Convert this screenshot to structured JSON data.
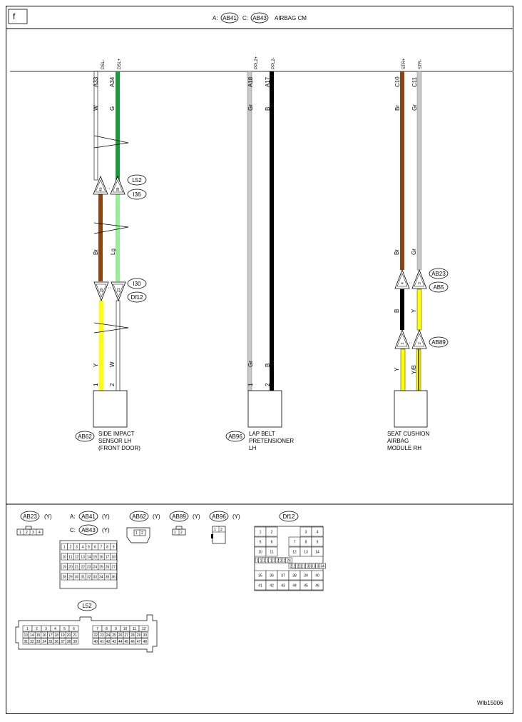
{
  "page_letter": "f",
  "header": {
    "a_prefix": "A:",
    "a_conn": "AB41",
    "c_prefix": "C:",
    "c_conn": "AB43",
    "title": "AIRBAG CM"
  },
  "module_pins": [
    {
      "term": "A33",
      "sig": "DSL-",
      "color_code": "W"
    },
    {
      "term": "A34",
      "sig": "DSL+",
      "color_code": "G"
    },
    {
      "term": "A18",
      "sig": "PPL2+",
      "color_code": "Gr"
    },
    {
      "term": "A17",
      "sig": "PPL2-",
      "color_code": "B"
    },
    {
      "term": "C10",
      "sig": "STR+",
      "color_code": "Br"
    },
    {
      "term": "C11",
      "sig": "STR-",
      "color_code": "Gr"
    }
  ],
  "inline_connectors": [
    {
      "upper": "L52",
      "lower": "I36",
      "pin_left": "40",
      "pin_right": "39"
    },
    {
      "upper": "I30",
      "lower": "Df12",
      "pin_left": "20",
      "pin_right": "21"
    },
    {
      "upper": "AB23",
      "lower": "AB5",
      "pin_left": "4",
      "pin_right": "3"
    },
    {
      "upper": "AB89",
      "lower": "",
      "pin_left": "1",
      "pin_right": "2"
    }
  ],
  "mid_wire_colors": {
    "sis_left": "Br",
    "sis_right": "Lg",
    "seat_upper_left": "Br",
    "seat_upper_right": "Gr",
    "seat_mid_left": "B",
    "seat_mid_right": "Y"
  },
  "bottom_wires": {
    "sis": [
      {
        "pin": "1",
        "color_code": "Y"
      },
      {
        "pin": "2",
        "color_code": "W"
      }
    ],
    "lap": [
      {
        "pin": "1",
        "color_code": "Gr"
      },
      {
        "pin": "2",
        "color_code": "B"
      }
    ],
    "seat": [
      {
        "pin": "1",
        "color_code": "Y"
      },
      {
        "pin": "2",
        "color_code": "Y/B"
      }
    ]
  },
  "components": [
    {
      "conn": "AB62",
      "line1": "SIDE IMPACT",
      "line2": "SENSOR LH",
      "line3": "(FRONT DOOR)"
    },
    {
      "conn": "AB96",
      "line1": "LAP BELT",
      "line2": "PRETENSIONER",
      "line3": "LH"
    },
    {
      "conn": "",
      "line1": "SEAT CUSHION",
      "line2": "AIRBAG",
      "line3": "MODULE RH"
    }
  ],
  "legend": {
    "ab23": {
      "name": "AB23",
      "color": "(Y)"
    },
    "ab41": {
      "prefix": "A:",
      "name": "AB41",
      "color": "(Y)"
    },
    "ab43": {
      "prefix": "C:",
      "name": "AB43",
      "color": "(Y)"
    },
    "ab62": {
      "name": "AB62",
      "color": "(Y)"
    },
    "ab89": {
      "name": "AB89",
      "color": "(Y)"
    },
    "ab96": {
      "name": "AB96",
      "color": "(Y)"
    },
    "df12": {
      "name": "Df12"
    },
    "l52": {
      "name": "L52"
    }
  },
  "footer_code": "WIb15006",
  "wire_colors": {
    "W": "#ffffff",
    "G": "#1a9a3a",
    "Gr": "#c8c8c8",
    "B": "#000000",
    "Br": "#8b4513",
    "Lg": "#98ee98",
    "Y": "#ffff00"
  }
}
